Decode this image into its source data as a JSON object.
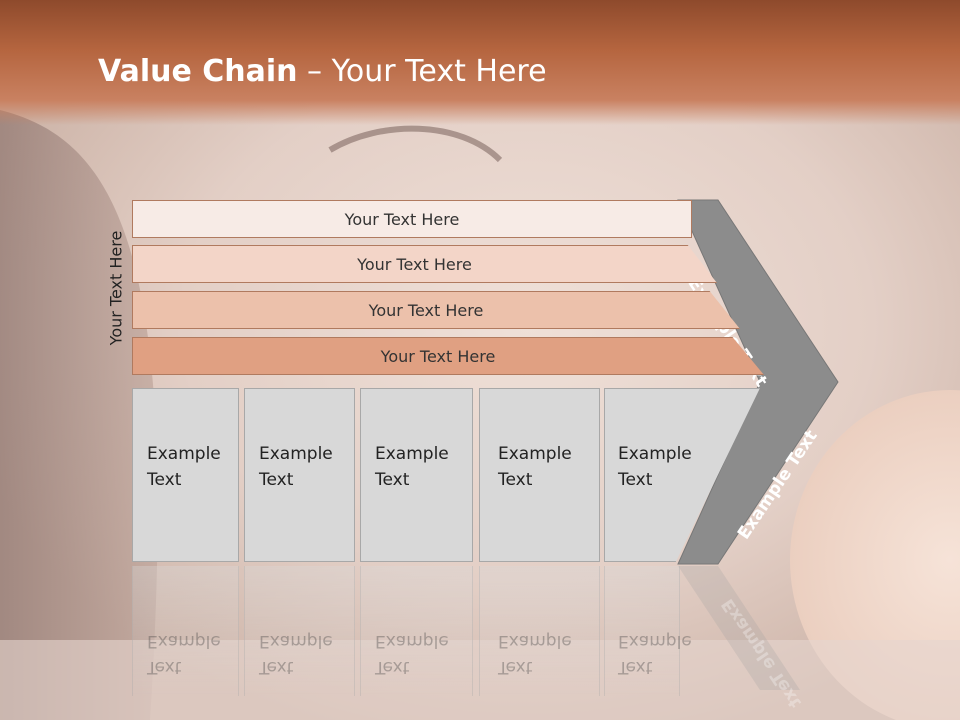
{
  "title": {
    "bold": "Value Chain",
    "separator": " – ",
    "rest": "Your Text Here"
  },
  "side_label": "Your Text Here",
  "bars": [
    {
      "label": "Your Text Here",
      "color": "#f7ebe6"
    },
    {
      "label": "Your Text Here",
      "color": "#f3d5c8"
    },
    {
      "label": "Your Text Here",
      "color": "#ecc1ab"
    },
    {
      "label": "Your Text Here",
      "color": "#e0a082"
    }
  ],
  "boxes": [
    {
      "line1": "Example",
      "line2": "Text"
    },
    {
      "line1": "Example",
      "line2": "Text"
    },
    {
      "line1": "Example",
      "line2": "Text"
    },
    {
      "line1": "Example",
      "line2": "Text"
    },
    {
      "line1": "Example",
      "line2": "Text"
    }
  ],
  "arrow": {
    "upper_label": "Example Text",
    "lower_label": "Example Text",
    "color": "#8c8c8c"
  },
  "colors": {
    "header": "#b5653f",
    "accent": "#e0a082",
    "box": "#d8d8d8"
  }
}
